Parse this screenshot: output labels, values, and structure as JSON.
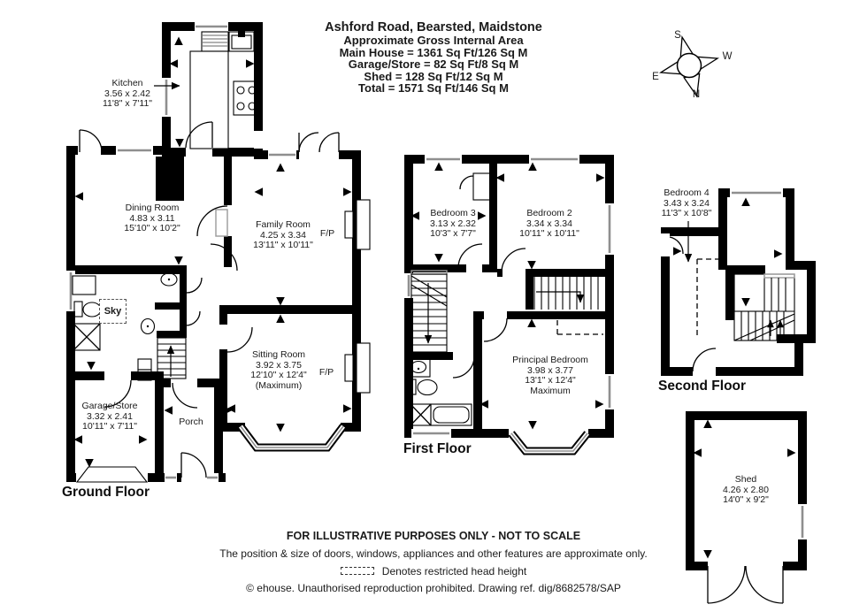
{
  "header": {
    "address": "Ashford Road, Bearsted, Maidstone",
    "subtitle": "Approximate Gross Internal Area",
    "areas": [
      "Main House = 1361 Sq Ft/126 Sq M",
      "Garage/Store = 82 Sq Ft/8 Sq M",
      "Shed = 128 Sq Ft/12 Sq M",
      "Total = 1571 Sq Ft/146 Sq M"
    ]
  },
  "compass": {
    "north": "N",
    "south": "S",
    "east": "E",
    "west": "W"
  },
  "ground_floor": {
    "label": "Ground Floor",
    "fireplace_label": "F/P",
    "kitchen": {
      "name": "Kitchen",
      "metric": "3.56 x 2.42",
      "imperial": "11'8\" x 7'11\""
    },
    "dining_room": {
      "name": "Dining Room",
      "metric": "4.83 x 3.11",
      "imperial": "15'10\" x 10'2\""
    },
    "family_room": {
      "name": "Family Room",
      "metric": "4.25 x 3.34",
      "imperial": "13'11\" x 10'11\""
    },
    "sitting_room": {
      "name": "Sitting Room",
      "metric": "3.92 x 3.75",
      "imperial": "12'10\" x 12'4\"",
      "note": "(Maximum)"
    },
    "garage_store": {
      "name": "Garage/Store",
      "metric": "3.32 x 2.41",
      "imperial": "10'11\" x 7'11\""
    },
    "porch": {
      "name": "Porch"
    },
    "skylight": {
      "name": "Sky"
    }
  },
  "first_floor": {
    "label": "First Floor",
    "bedroom_3": {
      "name": "Bedroom 3",
      "metric": "3.13 x 2.32",
      "imperial": "10'3\" x 7'7\""
    },
    "bedroom_2": {
      "name": "Bedroom 2",
      "metric": "3.34 x 3.34",
      "imperial": "10'11\" x 10'11\""
    },
    "principal_bedroom": {
      "name": "Principal Bedroom",
      "metric": "3.98 x 3.77",
      "imperial": "13'1\" x 12'4\"",
      "note": "Maximum"
    }
  },
  "second_floor": {
    "label": "Second Floor",
    "bedroom_4": {
      "name": "Bedroom 4",
      "metric": "3.43 x 3.24",
      "imperial": "11'3\" x 10'8\""
    }
  },
  "outbuilding": {
    "shed": {
      "name": "Shed",
      "metric": "4.26 x 2.80",
      "imperial": "14'0\" x 9'2\""
    }
  },
  "footer": {
    "line1": "FOR ILLUSTRATIVE PURPOSES ONLY - NOT TO SCALE",
    "line2": "The position & size of doors, windows, appliances and other features are approximate only.",
    "legend": "Denotes restricted head height",
    "line4": "© ehouse. Unauthorised reproduction prohibited. Drawing ref. dig/8682578/SAP"
  },
  "colors": {
    "wall": "#000000",
    "window": "#8f8f8f",
    "text": "#1a1a1a",
    "background": "#ffffff"
  }
}
